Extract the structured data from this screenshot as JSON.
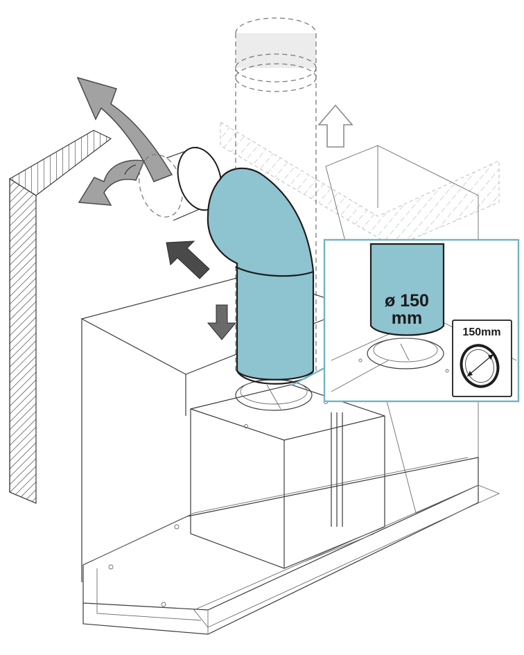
{
  "callout": {
    "duct_diameter_line1": "ø 150",
    "duct_diameter_line2": "mm",
    "ring_size": "150mm"
  },
  "colors": {
    "duct_fill": "#8ec3d0",
    "duct_stroke": "#1d1d1d",
    "callout_border": "#6fb3c4",
    "arrow_grey": "#9a9a9a",
    "arrow_dark": "#4a4a4a",
    "line": "#3a3a3a"
  },
  "icons": {
    "exhaust_arrow": "curved-arrow-up-left",
    "recirculation_arrow": "curved-arrow-left",
    "vertical_outlet_arrow": "arrow-up-outline",
    "remove_arrow": "arrow-diagonal-up-left",
    "insert_arrow": "arrow-down"
  }
}
